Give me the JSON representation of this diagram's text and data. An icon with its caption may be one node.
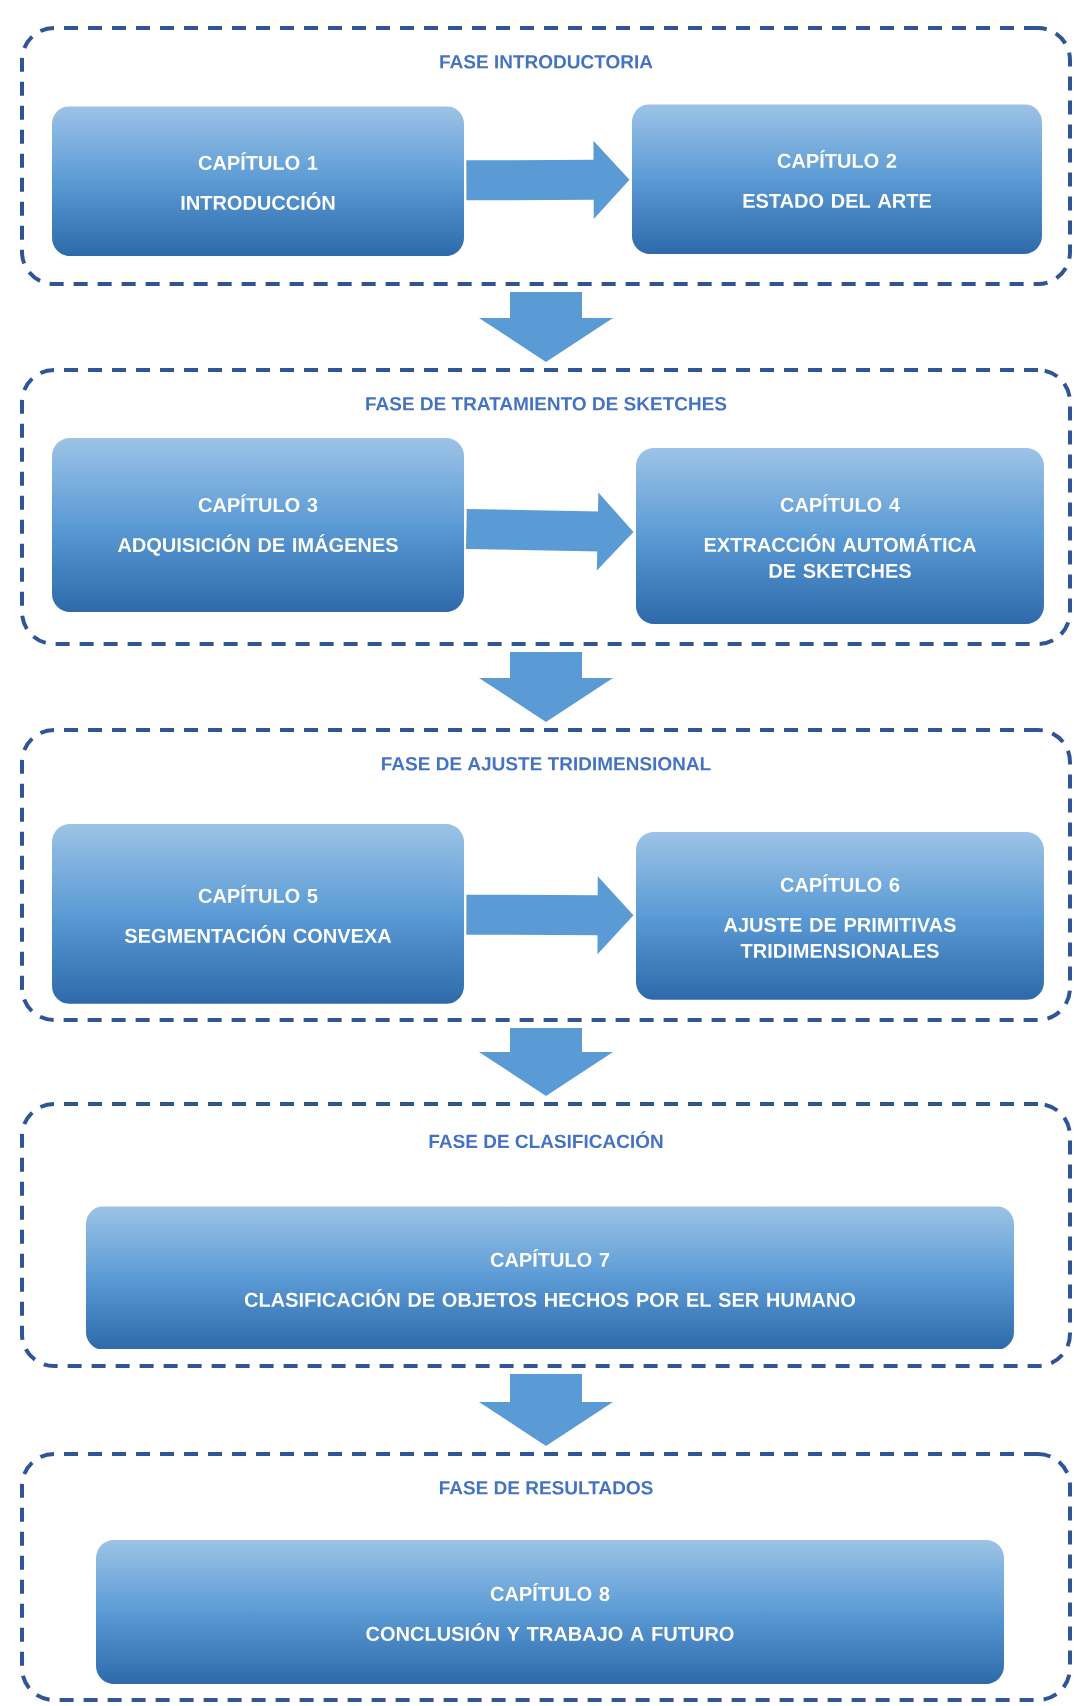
{
  "diagram": {
    "nodes": [
      {
        "text": [
          "FASE INTRODUCTORIA"
        ]
      },
      {
        "text": [
          "CAPÍTULO 1",
          "INTRODUCCIÓN"
        ],
        "in": 0
      },
      {
        "text": [
          "CAPÍTULO 2",
          "ESTADO DEL ARTE"
        ],
        "in": 0
      },
      {
        "text": [
          "FASE DE TRATAMIENTO DE SKETCHES"
        ]
      },
      {
        "text": [
          "CAPÍTULO 3",
          "ADQUISICIÓN DE IMÁGENES"
        ],
        "in": 3
      },
      {
        "text": [
          "CAPÍTULO 4",
          "EXTRACCIÓN AUTOMÁTICA DE SKETCHES"
        ],
        "in": 3
      },
      {
        "text": [
          "FASE DE AJUSTE TRIDIMENSIONAL"
        ]
      },
      {
        "text": [
          "CAPÍTULO 5",
          "SEGMENTACIÓN CONVEXA"
        ],
        "in": 6
      },
      {
        "text": [
          "CAPÍTULO 6",
          "AJUSTE DE PRIMITIVAS TRIDIMENSIONALES"
        ],
        "in": 6
      },
      {
        "text": [
          "FASE DE CLASIFICACIÓN"
        ]
      },
      {
        "text": [
          "CAPÍTULO 7",
          "CLASIFICACIÓN DE OBJETOS HECHOS POR EL SER HUMANO"
        ],
        "in": 9
      },
      {
        "text": [
          "FASE DE RESULTADOS"
        ]
      },
      {
        "text": [
          "CAPÍTULO 8",
          "CONCLUSIÓN Y TRABAJO A FUTURO"
        ],
        "in": 11
      }
    ],
    "edges": [
      {
        "from": 1,
        "to": 2,
        "arrow": "to"
      },
      {
        "from": 4,
        "to": 5,
        "arrow": "to"
      },
      {
        "from": 7,
        "to": 8,
        "arrow": "to"
      },
      {
        "from": 0,
        "to": 3,
        "arrow": "to"
      },
      {
        "from": 3,
        "to": 6,
        "arrow": "to"
      },
      {
        "from": 6,
        "to": 9,
        "arrow": "to"
      },
      {
        "from": 9,
        "to": 11,
        "arrow": "to"
      }
    ]
  }
}
